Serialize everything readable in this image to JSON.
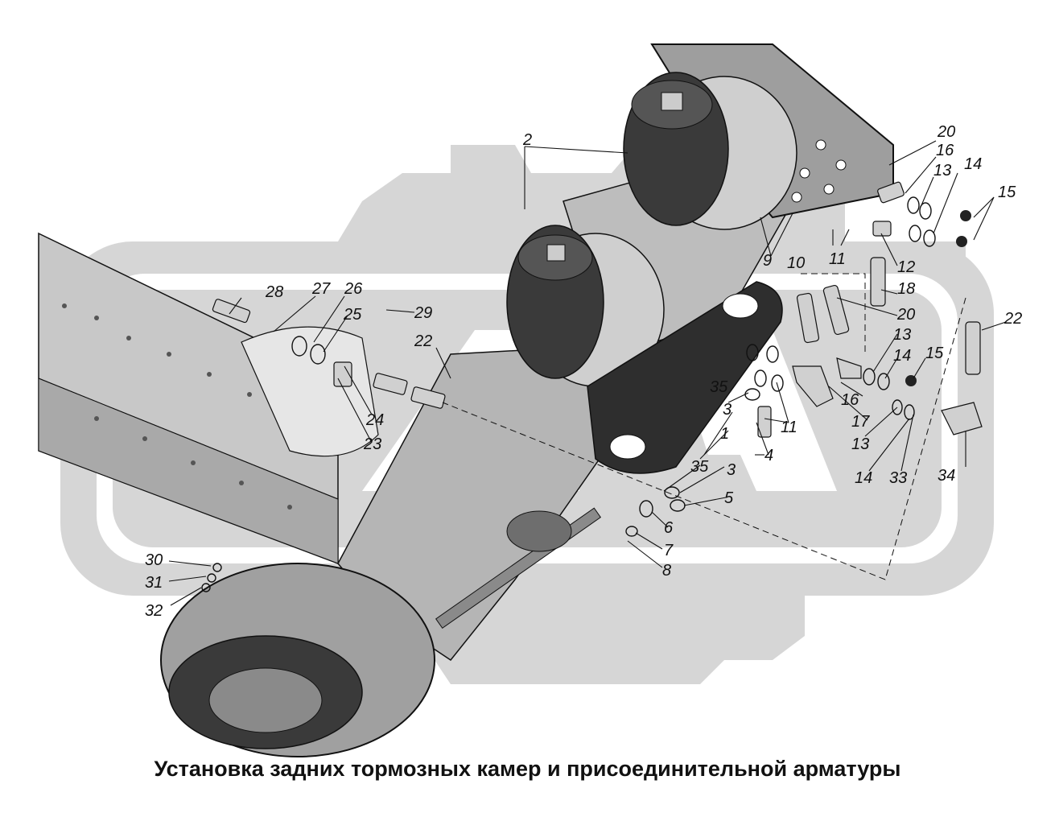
{
  "caption": "Установка задних тормозных камер и присоединительной арматуры",
  "callouts": [
    "1",
    "2",
    "3",
    "4",
    "5",
    "6",
    "7",
    "8",
    "9",
    "10",
    "11",
    "12",
    "13",
    "14",
    "15",
    "16",
    "17",
    "18",
    "20",
    "22",
    "23",
    "24",
    "25",
    "26",
    "27",
    "28",
    "29",
    "30",
    "31",
    "32",
    "33",
    "34",
    "35"
  ],
  "colors": {
    "watermark": "#d6d6d6",
    "part_fill": "#bdbdbd",
    "part_dark": "#3a3a3a",
    "line": "#111111"
  }
}
